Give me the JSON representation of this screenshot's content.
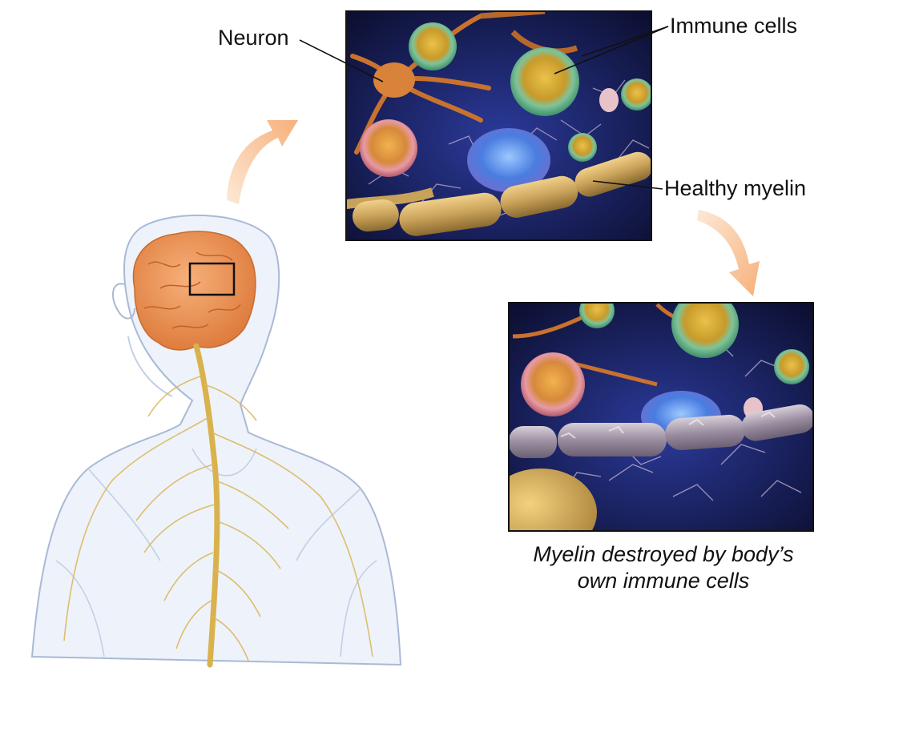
{
  "labels": {
    "neuron": "Neuron",
    "immune_cells": "Immune cells",
    "healthy_myelin": "Healthy myelin"
  },
  "caption": {
    "line1": "Myelin destroyed by body’s",
    "line2": "own immune cells"
  },
  "colors": {
    "arrow": "#f6b67c",
    "brain": "#f09a5c",
    "nerve": "#d9b24e",
    "body_outline": "#a9b9d6",
    "panel_bg": "#1a1f5e",
    "myelin_healthy": "#c9a25a",
    "myelin_damaged": "#8d7e92"
  },
  "icons": [
    "curved-arrow-icon",
    "zoom-box-icon"
  ]
}
